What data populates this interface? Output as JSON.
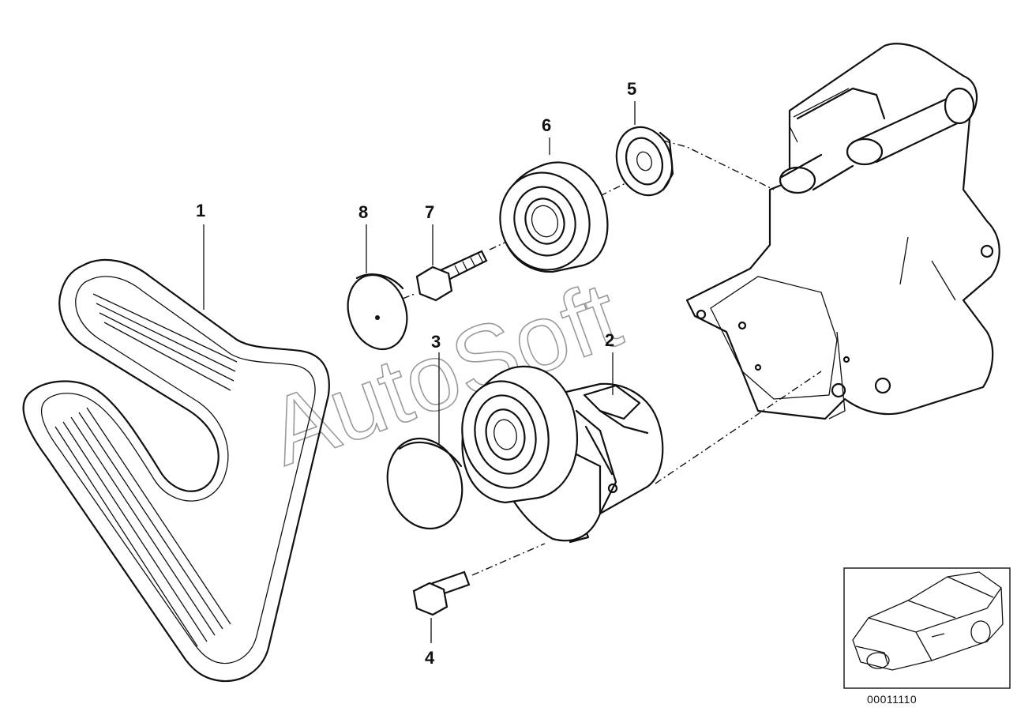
{
  "diagram": {
    "callouts": [
      "1",
      "2",
      "3",
      "4",
      "5",
      "6",
      "7",
      "8"
    ],
    "watermark": "AutoSoft",
    "diagram_id": "00011110"
  }
}
